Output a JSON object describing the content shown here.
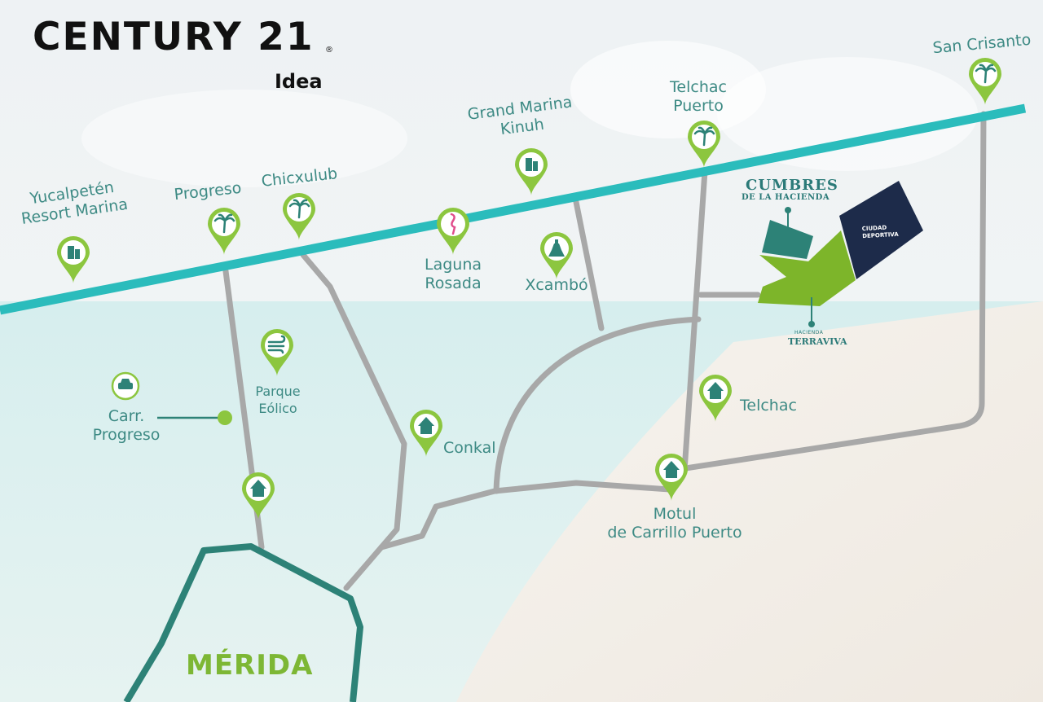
{
  "brand": {
    "name": "CENTURY 21",
    "sub": "Idea",
    "reg": "®"
  },
  "city": "MÉRIDA",
  "places": {
    "yucalpeten": "Yucalpetén\nResort Marina",
    "progreso": "Progreso",
    "chicxulub": "Chicxulub",
    "grand_marina": "Grand Marina\nKinuh",
    "laguna_rosada": "Laguna\nRosada",
    "xcambo": "Xcambó",
    "telchac_puerto": "Telchac\nPuerto",
    "san_crisanto": "San Crisanto",
    "parque_eolico": "Parque\nEólico",
    "carr_progreso": "Carr.\nProgreso",
    "conkal": "Conkal",
    "telchac": "Telchac",
    "motul": "Motul\nde Carrillo Puerto"
  },
  "developments": {
    "cumbres_line1": "CUMBRES",
    "cumbres_line2": "DE LA HACIENDA",
    "terraviva_line1": "HACIENDA",
    "terraviva_line2": "TERRAVIVA",
    "ciudad_deportiva": "CIUDAD\nDEPORTIVA"
  },
  "colors": {
    "coast": "#2bbcbc",
    "road": "#a8a8a8",
    "merida_outline": "#2d8277",
    "pin": "#8cc63f",
    "label": "#3d8a84",
    "cumbres_block": "#2d8277",
    "terraviva_block": "#7db52a",
    "ciudad_block": "#1d2b4a"
  },
  "icons": {
    "yucalpeten": "building-icon",
    "progreso": "palm-tree-icon",
    "chicxulub": "palm-tree-icon",
    "grand_marina": "building-icon",
    "laguna_rosada": "flamingo-icon",
    "xcambo": "pyramid-icon",
    "telchac_puerto": "palm-tree-icon",
    "san_crisanto": "palm-tree-icon",
    "parque_eolico": "wind-icon",
    "carr_progreso": "car-icon",
    "conkal": "house-icon",
    "telchac": "house-icon",
    "progreso_road": "house-icon",
    "motul": "house-icon"
  }
}
